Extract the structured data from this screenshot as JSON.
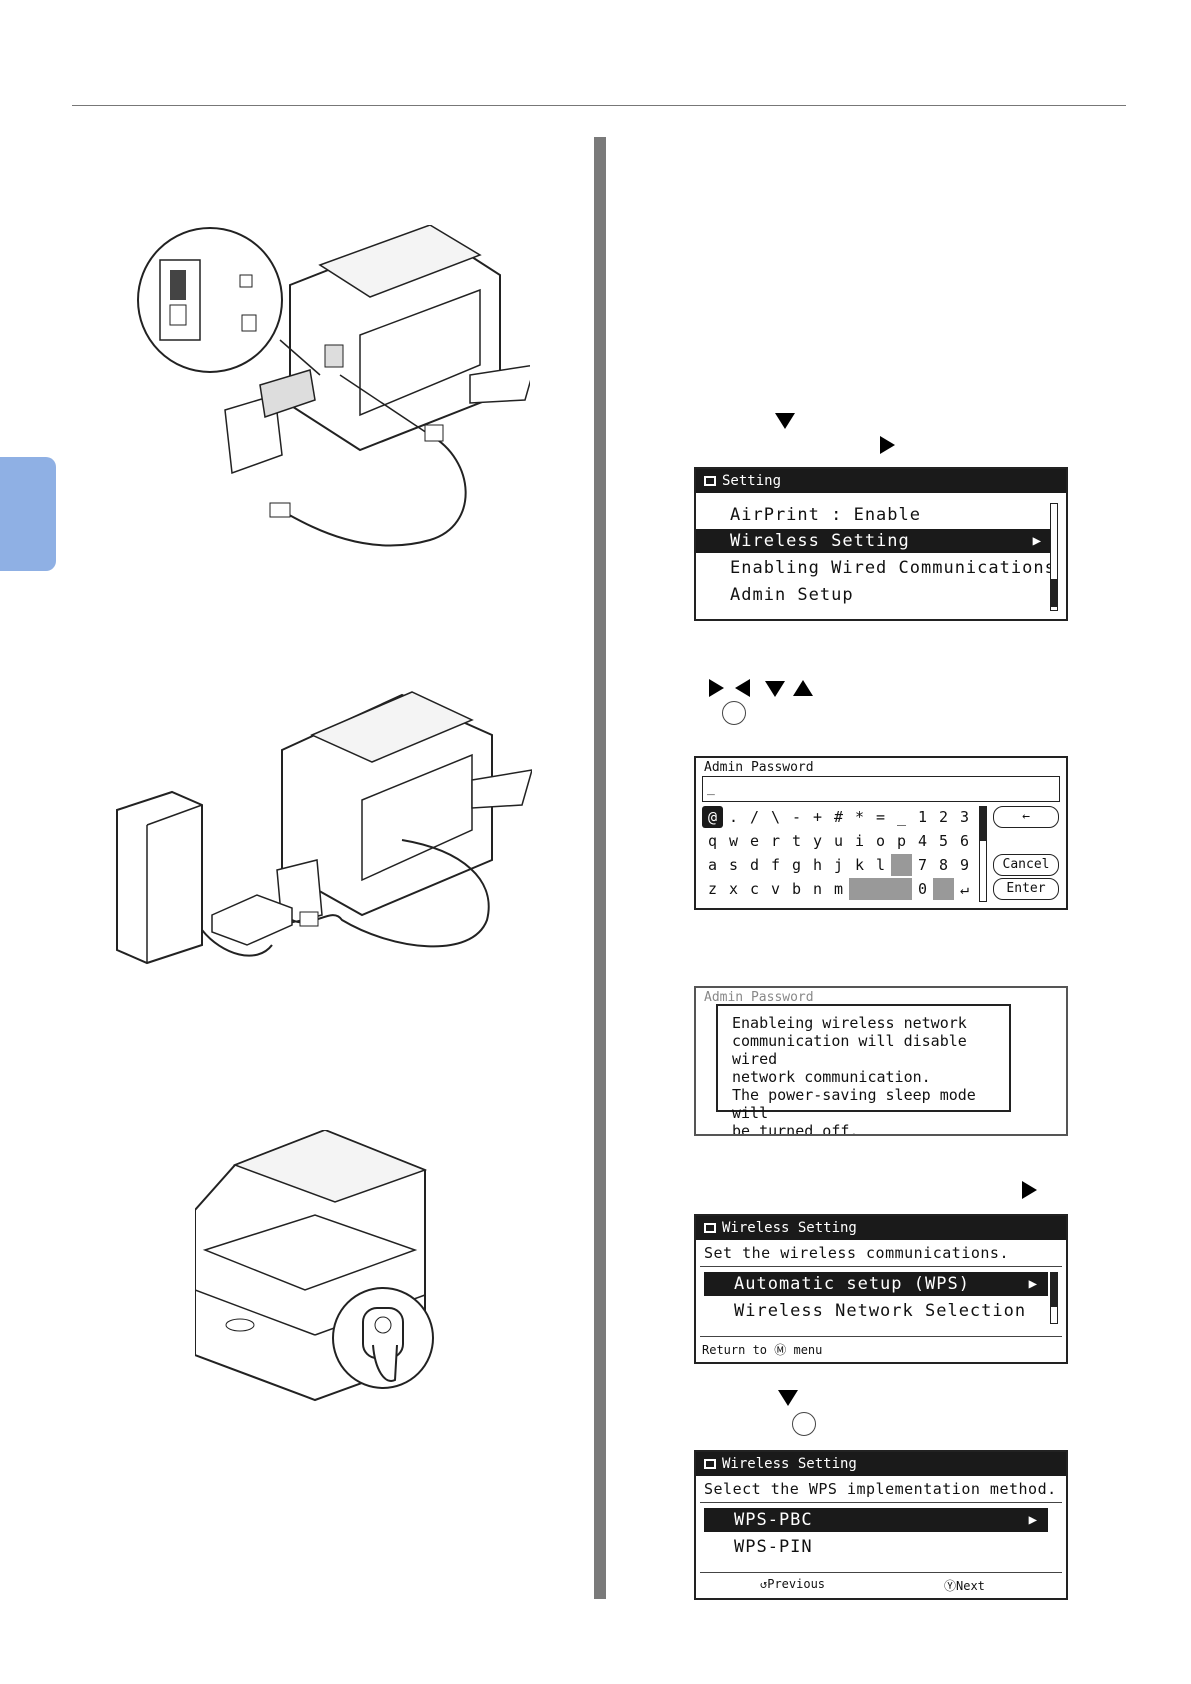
{
  "figures": {
    "usb_connection": "USB cable connection to printer rear interface",
    "lan_connection": "LAN cable connection from printer to hub and computer",
    "power_on": "Pressing the power switch on the side of the printer"
  },
  "lcd_setting": {
    "title": "Setting",
    "items": [
      {
        "label": "AirPrint : Enable",
        "selected": false
      },
      {
        "label": "Wireless Setting",
        "selected": true
      },
      {
        "label": "Enabling Wired Communications",
        "selected": false
      },
      {
        "label": "Admin Setup",
        "selected": false
      }
    ],
    "scroll_position": 0.55
  },
  "lcd_admin_password": {
    "title": "Admin Password",
    "input_value": "_",
    "keyboard_rows": [
      [
        "@",
        ".",
        "/",
        "\\",
        "-",
        "+",
        "#",
        "*",
        "=",
        "_",
        "1",
        "2",
        "3"
      ],
      [
        "q",
        "w",
        "e",
        "r",
        "t",
        "y",
        "u",
        "i",
        "o",
        "p",
        "4",
        "5",
        "6"
      ],
      [
        "a",
        "s",
        "d",
        "f",
        "g",
        "h",
        "j",
        "k",
        "l",
        " ",
        "7",
        "8",
        "9"
      ],
      [
        "z",
        "x",
        "c",
        "v",
        "b",
        "n",
        "m",
        " ",
        " ",
        " ",
        "0",
        " ",
        "↵"
      ]
    ],
    "buttons": {
      "backspace": "←",
      "cancel": "Cancel",
      "enter": "Enter"
    }
  },
  "lcd_warning": {
    "background_title": "Admin Password",
    "message_lines": [
      "Enableing wireless network",
      "communication will disable wired",
      "network communication.",
      "The power-saving sleep mode will",
      "be turned off."
    ]
  },
  "lcd_wireless_setting": {
    "title": "Wireless Setting",
    "subtitle": "Set the wireless communications.",
    "items": [
      {
        "label": "Automatic setup (WPS)",
        "selected": true
      },
      {
        "label": "Wireless Network Selection",
        "selected": false
      }
    ],
    "footer": "Return to Ⓜ menu"
  },
  "lcd_wps": {
    "title": "Wireless Setting",
    "subtitle": "Select the WPS implementation method.",
    "items": [
      {
        "label": "WPS-PBC",
        "selected": true
      },
      {
        "label": "WPS-PIN",
        "selected": false
      }
    ],
    "footer_prev": "↺Previous",
    "footer_next": "ⓎNext"
  },
  "colors": {
    "side_tab": "#8fb0e4",
    "divider": "#7a7a7a",
    "lcd_dark": "#1a1a1a"
  }
}
